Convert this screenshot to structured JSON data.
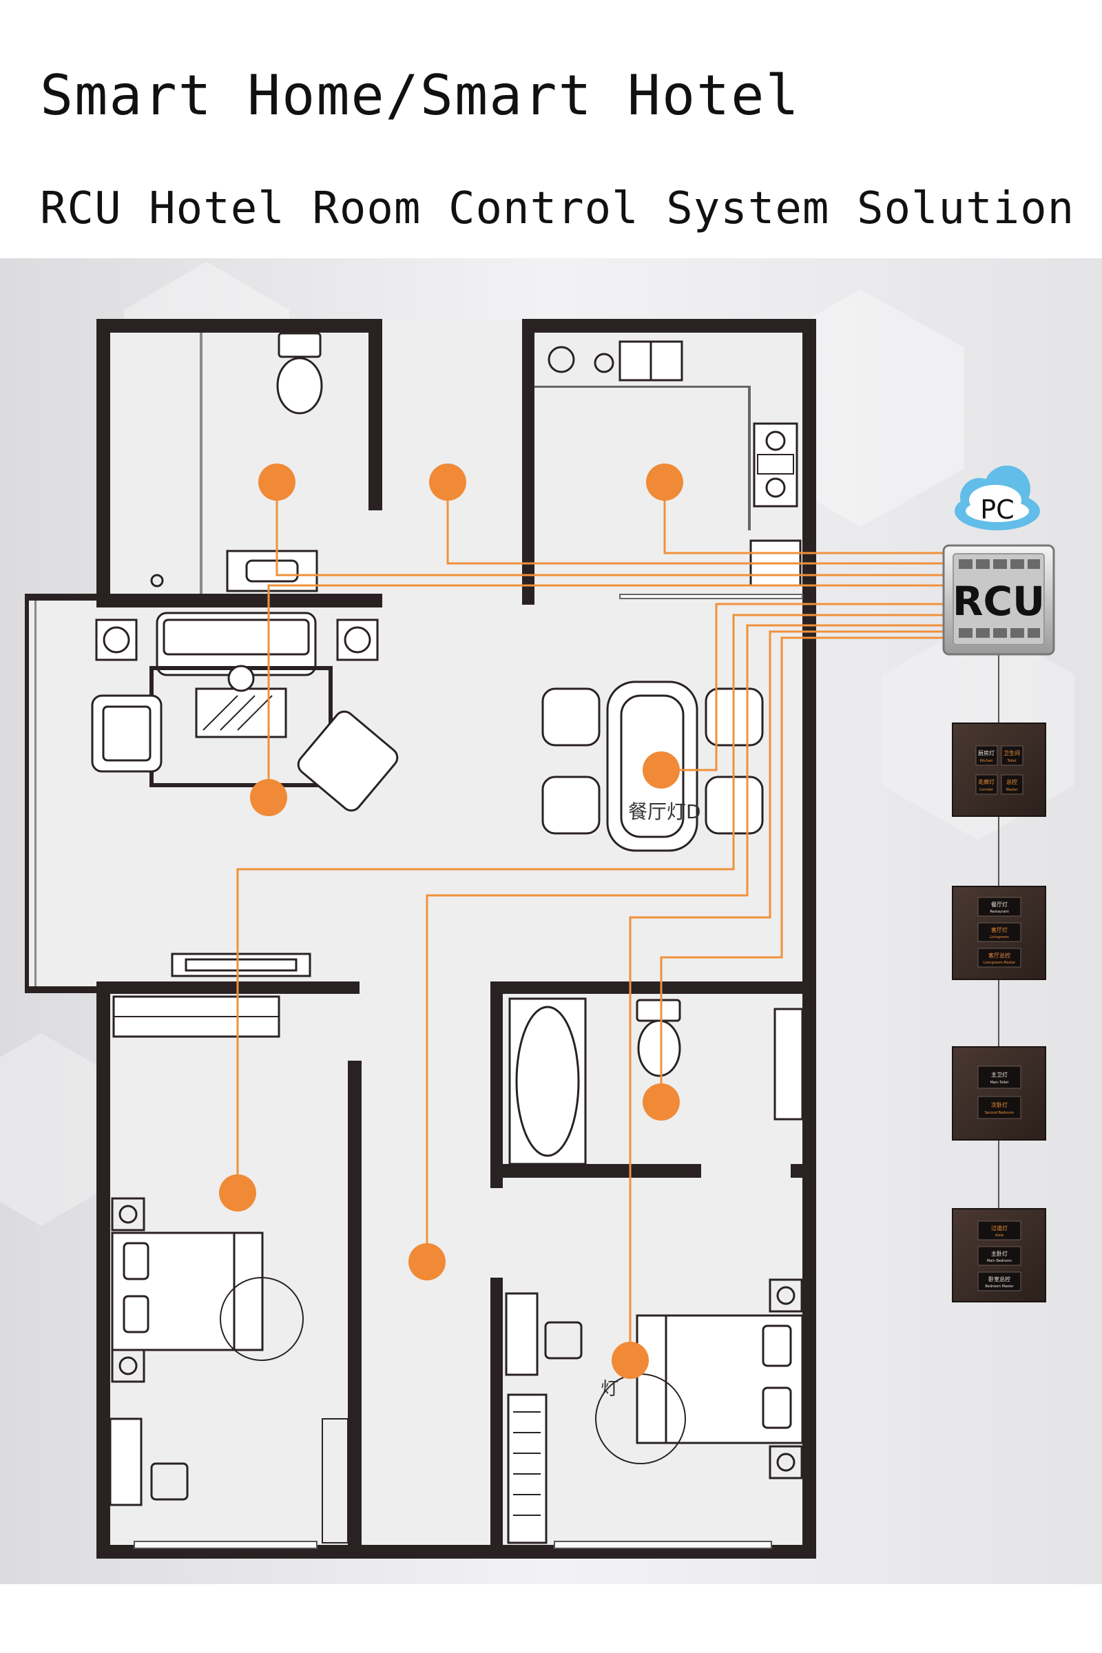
{
  "header": {
    "title": "Smart Home/Smart Hotel",
    "subtitle": "RCU Hotel Room Control System Solution"
  },
  "cloud": {
    "label": "PC"
  },
  "controller": {
    "label": "RCU"
  },
  "dining_light_label": "餐厅灯D",
  "bedroom_light_label": "灯",
  "switch_panels": [
    {
      "buttons": [
        {
          "cn": "厨房灯",
          "en": "Kitchen"
        },
        {
          "cn": "卫生间",
          "en": "Toilet"
        },
        {
          "cn": "走廊灯",
          "en": "Corridor"
        },
        {
          "cn": "总控",
          "en": "Master"
        }
      ]
    },
    {
      "buttons": [
        {
          "cn": "餐厅灯",
          "en": "Restaurant"
        },
        {
          "cn": "客厅灯",
          "en": "Livingroom"
        },
        {
          "cn": "客厅总控",
          "en": "Livingroom Master"
        }
      ]
    },
    {
      "buttons": [
        {
          "cn": "主卫灯",
          "en": "Main Toilet"
        },
        {
          "cn": "次卧灯",
          "en": "Second Bedroom"
        }
      ]
    },
    {
      "buttons": [
        {
          "cn": "过道灯",
          "en": "Aisle"
        },
        {
          "cn": "主卧灯",
          "en": "Main Bedroom"
        },
        {
          "cn": "卧室总控",
          "en": "Bedroom Master"
        }
      ]
    }
  ],
  "colors": {
    "wall": "#2a2222",
    "floor": "#eeeeef",
    "wire": "#f0913a",
    "light_dot": "#f08a36",
    "panel": "#3a2b26",
    "cloud": "#62bde8"
  }
}
